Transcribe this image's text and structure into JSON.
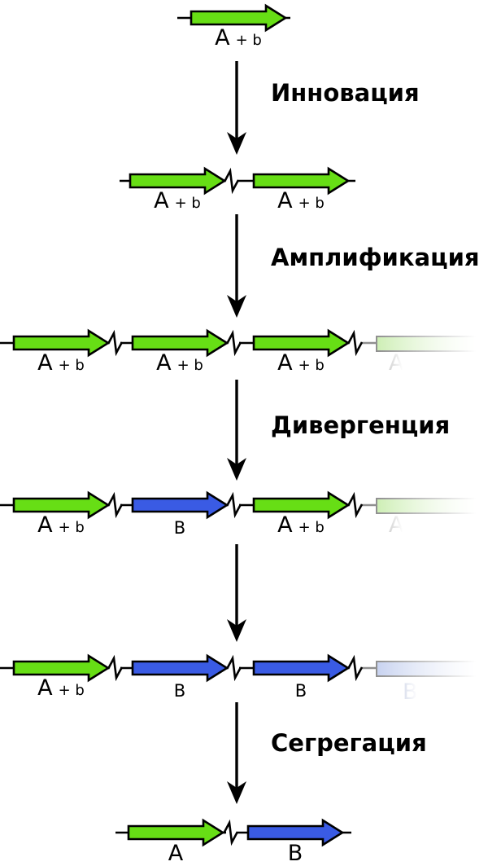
{
  "stages": {
    "innovation": "Инновация",
    "amplification": "Амплификация",
    "divergence": "Дивергенция",
    "segregation": "Сегрегация"
  },
  "genes": {
    "row1": [
      {
        "main": "A",
        "sub": "+ b"
      }
    ],
    "row2": [
      {
        "main": "A",
        "sub": "+ b"
      },
      {
        "main": "A",
        "sub": "+ b"
      }
    ],
    "row3": [
      {
        "main": "A",
        "sub": "+ b"
      },
      {
        "main": "A",
        "sub": "+ b"
      },
      {
        "main": "A",
        "sub": "+ b"
      },
      {
        "main": "A",
        "sub": ""
      }
    ],
    "row4": [
      {
        "main": "A",
        "sub": "+ b"
      },
      {
        "main": "B",
        "sub": ""
      },
      {
        "main": "A",
        "sub": "+ b"
      },
      {
        "main": "A",
        "sub": ""
      }
    ],
    "row5": [
      {
        "main": "A",
        "sub": "+ b"
      },
      {
        "main": "B",
        "sub": ""
      },
      {
        "main": "B",
        "sub": ""
      },
      {
        "main": "B",
        "sub": ""
      }
    ],
    "row6": [
      {
        "main": "A",
        "sub": ""
      },
      {
        "main": "B",
        "sub": ""
      }
    ]
  },
  "colors": {
    "gene_green": "#67DE15",
    "gene_blue": "#3A5BE4",
    "outline": "#000000",
    "faded_border": "#8F8F8F",
    "faded_green_fill": "#CDEEB4",
    "faded_blue_fill": "#C7D2F0",
    "faded_label_green": "#D8D8D8",
    "faded_label_blue": "#DDE2EE"
  }
}
